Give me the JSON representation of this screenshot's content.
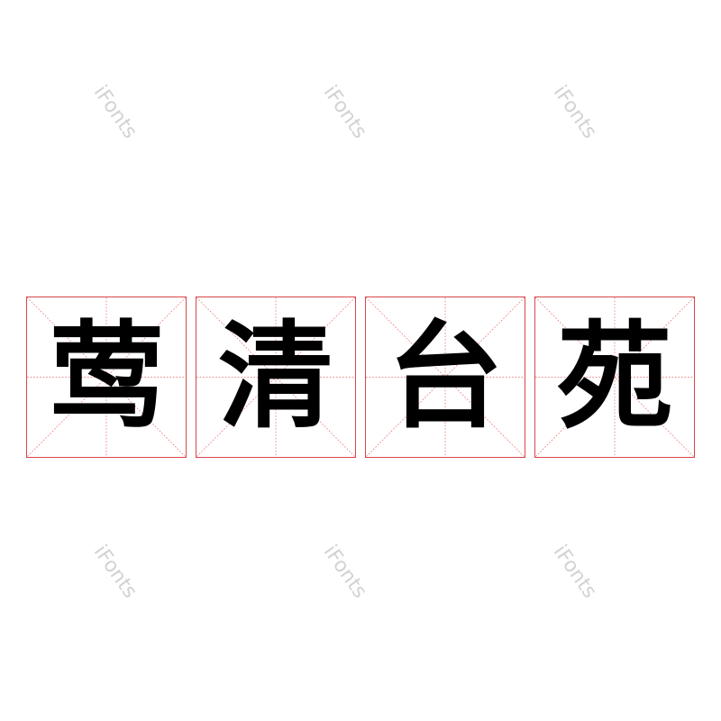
{
  "characters": [
    "莺",
    "清",
    "台",
    "苑"
  ],
  "watermark": "iFonts",
  "colors": {
    "grid": "#d9474a",
    "glyph": "#000000",
    "watermark": "#c8c8c8"
  }
}
